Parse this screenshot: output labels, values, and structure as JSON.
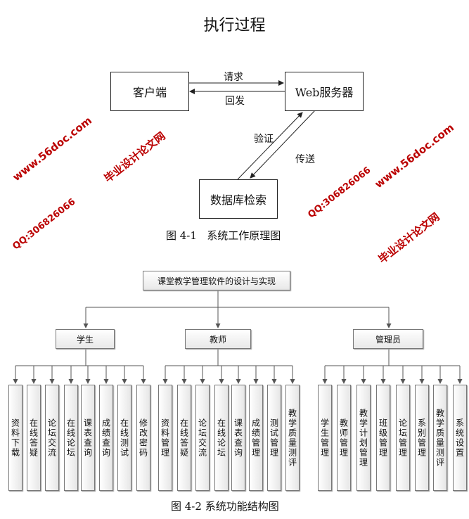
{
  "title": "执行过程",
  "fig1": {
    "client": "客户端",
    "web_server": "Web服务器",
    "database": "数据库检索",
    "request": "请求",
    "response": "回发",
    "verify": "验证",
    "transfer": "传送",
    "caption": "图 4-1   系统工作原理图"
  },
  "fig2": {
    "root": "课堂教学管理软件的设计与实现",
    "groups": [
      {
        "label": "学生",
        "leaves": [
          "资料下载",
          "在线答疑",
          "论坛交流",
          "在线论坛",
          "课表查询",
          "成绩查询",
          "在线测试",
          "修改密码"
        ]
      },
      {
        "label": "教师",
        "leaves": [
          "资料管理",
          "在线答疑",
          "论坛交流",
          "在线论坛",
          "课表查询",
          "成绩管理",
          "测试管理",
          "教学质量测评"
        ]
      },
      {
        "label": "管理员",
        "leaves": [
          "学生管理",
          "教师管理",
          "教学计划管理",
          "班级管理",
          "论坛管理",
          "系别管理",
          "教学质量测评",
          "系统设置"
        ]
      }
    ],
    "caption": "图 4-2 系统功能结构图"
  },
  "watermarks": {
    "site": "www.56doc.com",
    "qq": "QQ:306826066",
    "brand": "毕业设计论文网"
  }
}
